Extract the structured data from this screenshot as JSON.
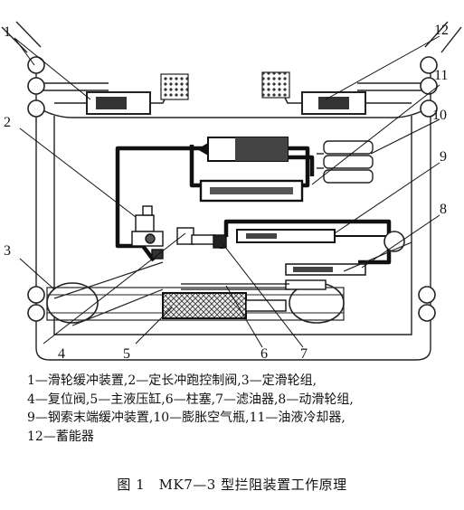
{
  "callouts": [
    "1",
    "2",
    "3",
    "4",
    "5",
    "6",
    "7",
    "8",
    "9",
    "10",
    "11",
    "12"
  ],
  "legend": [
    "1—滑轮缓冲装置,2—定长冲跑控制阀,3—定滑轮组,",
    "4—复位阀,5—主液压缸,6—柱塞,7—滤油器,8—动滑轮组,",
    "9—钢索末端缓冲装置,10—膨胀空气瓶,11—油液冷却器,",
    "12—蓄能器"
  ],
  "caption": "图 1　MK7—3 型拦阻装置工作原理"
}
